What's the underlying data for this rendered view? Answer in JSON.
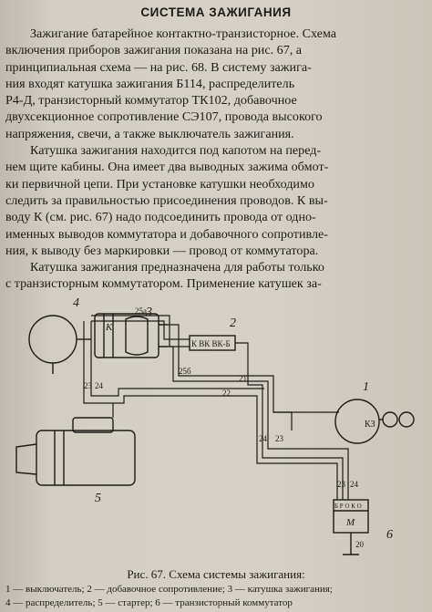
{
  "page": {
    "title": "СИСТЕМА ЗАЖИГАНИЯ",
    "lines": [
      "Зажигание батарейное контактно-транзисторное. Схема",
      "включения приборов зажигания показана на рис. 67, а",
      "принципиальная схема — на рис. 68. В систему зажига-",
      "ния входят катушка зажигания Б114, распределитель",
      "Р4-Д, транзисторный коммутатор ТК102, добавочное",
      "двухсекционное сопротивление СЭ107, провода высокого",
      "напряжения, свечи, а также выключатель зажигания.",
      "Катушка зажигания находится под капотом на перед-",
      "нем щите кабины. Она имеет два выводных зажима обмот-",
      "ки первичной цепи. При установке катушки необходимо",
      "следить за правильностью присоединения проводов. К вы-",
      "воду К (см. рис. 67) надо подсоединить провода от одно-",
      "именных выводов коммутатора и добавочного сопротивле-",
      "ния, к выводу без маркировки — провод от коммутатора.",
      "Катушка зажигания предназначена для работы только",
      "с транзисторным коммутатором. Применение катушек за-"
    ]
  },
  "figure": {
    "caption": "Рис. 67. Схема системы зажигания:",
    "legend_line1": "1 — выключатель; 2 — добавочное сопротивление; 3 — катушка зажигания;",
    "legend_line2": "4 — распределитель; 5 — стартер; 6 — транзисторный коммутатор",
    "labels": {
      "n1": "1",
      "n2": "2",
      "n3": "3",
      "n4": "4",
      "n5": "5",
      "n6": "6",
      "k_coil": "К",
      "k_resistor": "К ВК ВК-Б",
      "kz": "КЗ",
      "m": "М",
      "commutator_terms": "Б Р О К О",
      "w25a": "25а",
      "w25b": "25б",
      "w23a": "23",
      "w24a": "24",
      "w21": "21",
      "w22": "22",
      "w23b": "23",
      "w24b": "24",
      "w23c": "23",
      "w24c": "24",
      "w20": "20"
    }
  }
}
